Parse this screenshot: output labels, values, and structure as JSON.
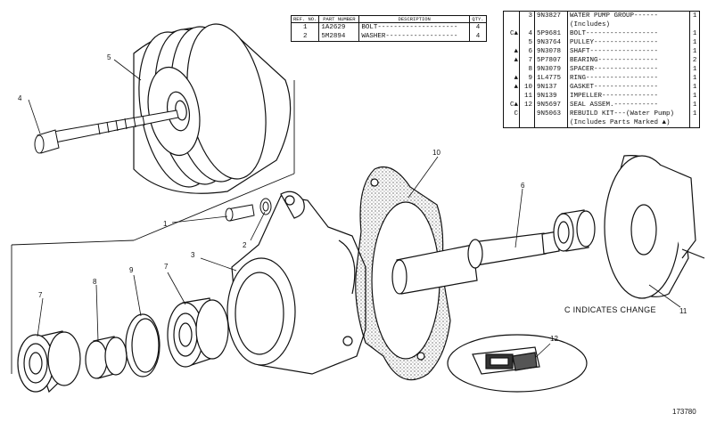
{
  "left_table": {
    "headers": [
      "REF. NO.",
      "PART NUMBER",
      "DESCRIPTION",
      "QTY."
    ],
    "rows": [
      {
        "ref": "1",
        "part": "1A2629",
        "desc": "BOLT",
        "qty": "4"
      },
      {
        "ref": "2",
        "part": "5M2894",
        "desc": "WASHER",
        "qty": "4"
      }
    ]
  },
  "right_table": {
    "rows": [
      {
        "mark": "",
        "ref": "3",
        "part": "9N3827",
        "desc": "WATER PUMP GROUP",
        "qty": "1"
      },
      {
        "mark": "",
        "ref": "",
        "part": "",
        "desc": "(Includes)",
        "qty": ""
      },
      {
        "mark": "C▲",
        "ref": "4",
        "part": "5P9681",
        "desc": "BOLT",
        "qty": "1"
      },
      {
        "mark": "",
        "ref": "5",
        "part": "9N3764",
        "desc": "PULLEY",
        "qty": "1"
      },
      {
        "mark": "▲",
        "ref": "6",
        "part": "9N3078",
        "desc": "SHAFT",
        "qty": "1"
      },
      {
        "mark": "▲",
        "ref": "7",
        "part": "5P7807",
        "desc": "BEARING",
        "qty": "2"
      },
      {
        "mark": "",
        "ref": "8",
        "part": "9N3079",
        "desc": "SPACER",
        "qty": "1"
      },
      {
        "mark": "▲",
        "ref": "9",
        "part": "1L4775",
        "desc": "RING",
        "qty": "1"
      },
      {
        "mark": "▲",
        "ref": "10",
        "part": "9N137",
        "desc": "GASKET",
        "qty": "1"
      },
      {
        "mark": "",
        "ref": "11",
        "part": "9N139",
        "desc": "IMPELLER",
        "qty": "1"
      },
      {
        "mark": "C▲",
        "ref": "12",
        "part": "9N5697",
        "desc": "SEAL ASSEM.",
        "qty": "1"
      },
      {
        "mark": "C",
        "ref": "",
        "part": "9N5063",
        "desc": "REBUILD KIT---(Water Pump)",
        "qty": "1"
      },
      {
        "mark": "",
        "ref": "",
        "part": "",
        "desc": "(Includes Parts Marked ▲)",
        "qty": ""
      }
    ]
  },
  "callouts": [
    "1",
    "2",
    "3",
    "4",
    "5",
    "6",
    "7",
    "7",
    "8",
    "9",
    "10",
    "11",
    "12"
  ],
  "legend": "C INDICATES CHANGE",
  "figure_number": "173780"
}
